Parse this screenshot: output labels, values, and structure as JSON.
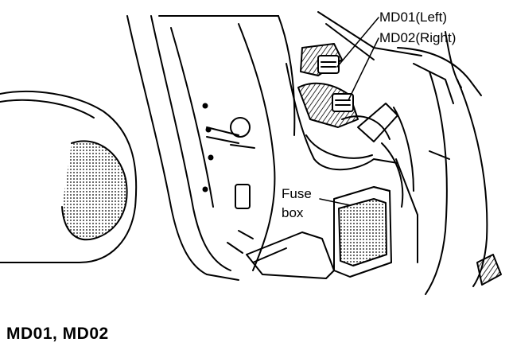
{
  "labels": {
    "connector_left": "MD01(Left)",
    "connector_right": "MD02(Right)",
    "fuse_box_line1": "Fuse",
    "fuse_box_line2": "box"
  },
  "caption": "MD01, MD02",
  "colors": {
    "ink": "#000000",
    "paper": "#ffffff"
  }
}
